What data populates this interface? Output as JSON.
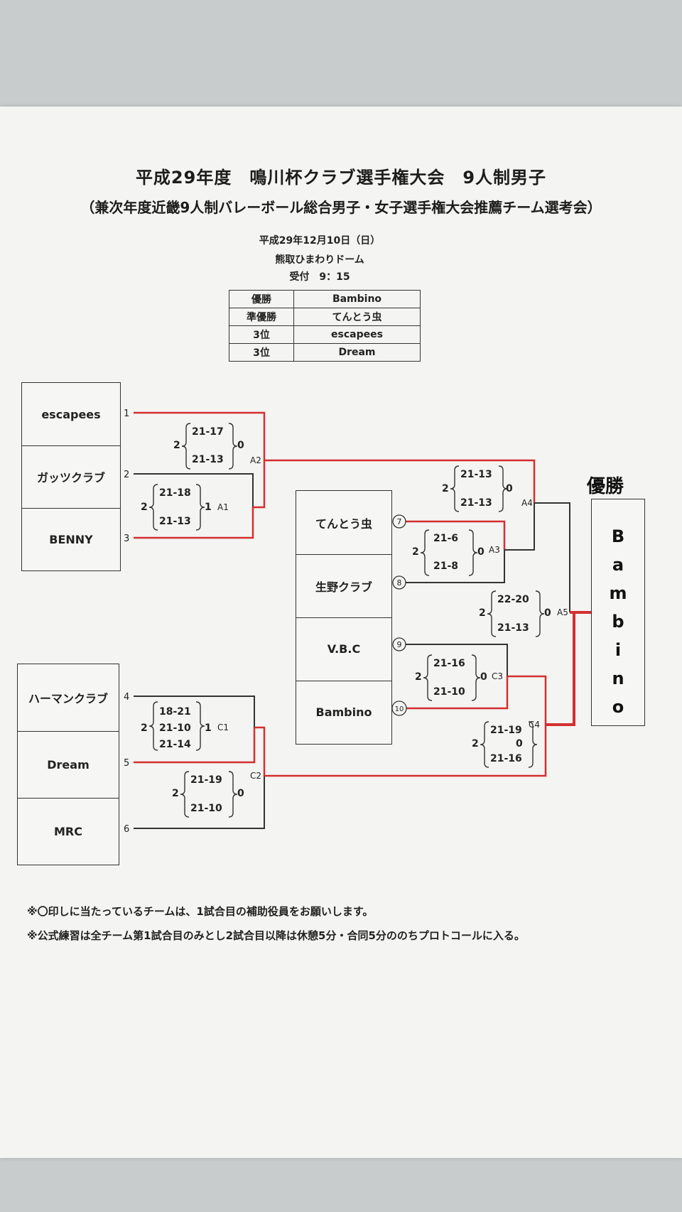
{
  "header": {
    "title": "平成29年度　鳴川杯クラブ選手権大会　9人制男子",
    "subtitle": "（兼次年度近畿9人制バレーボール総合男子・女子選手権大会推薦チーム選考会）",
    "date": "平成29年12月10日（日）",
    "venue": "熊取ひまわりドーム",
    "reception": "受付　9：15"
  },
  "results": [
    {
      "rank": "優勝",
      "team": "Bambino"
    },
    {
      "rank": "準優勝",
      "team": "てんとう虫"
    },
    {
      "rank": "3位",
      "team": "escapees"
    },
    {
      "rank": "3位",
      "team": "Dream"
    }
  ],
  "teams": {
    "t1": "escapees",
    "t2": "ガッツクラブ",
    "t3": "BENNY",
    "t4": "ハーマンクラブ",
    "t5": "Dream",
    "t6": "MRC",
    "t7": "てんとう虫",
    "t8": "生野クラブ",
    "t9": "V.B.C",
    "t10": "Bambino"
  },
  "seeds": {
    "s1": "1",
    "s2": "2",
    "s3": "3",
    "s4": "4",
    "s5": "5",
    "s6": "6",
    "s7": "7",
    "s8": "8",
    "s9": "9",
    "s10": "10"
  },
  "matches": {
    "A1": {
      "code": "A1",
      "win": "2",
      "lose": "1",
      "sets": [
        "21-18",
        "21-13"
      ]
    },
    "A2": {
      "code": "A2",
      "win": "2",
      "lose": "0",
      "sets": [
        "21-17",
        "21-13"
      ]
    },
    "A3": {
      "code": "A3",
      "win": "2",
      "lose": "0",
      "sets": [
        "21-6",
        "21-8"
      ]
    },
    "A4": {
      "code": "A4",
      "win": "2",
      "lose": "0",
      "sets": [
        "21-13",
        "21-13"
      ]
    },
    "A5": {
      "code": "A5",
      "win": "2",
      "lose": "0",
      "sets": [
        "22-20",
        "21-13"
      ]
    },
    "C1": {
      "code": "C1",
      "win": "2",
      "lose": "1",
      "sets": [
        "18-21",
        "21-10",
        "21-14"
      ]
    },
    "C2": {
      "code": "C2",
      "win": "2",
      "lose": "0",
      "sets": [
        "21-19",
        "21-10"
      ]
    },
    "C3": {
      "code": "C3",
      "win": "2",
      "lose": "0",
      "sets": [
        "21-16",
        "21-10"
      ]
    },
    "C4": {
      "code": "C4",
      "win": "2",
      "lose": "0",
      "sets": [
        "21-19",
        "21-16"
      ]
    }
  },
  "champion": {
    "heading": "優勝",
    "letters": [
      "B",
      "a",
      "m",
      "b",
      "i",
      "n",
      "o"
    ]
  },
  "notes": {
    "n1": "※〇印しに当たっているチームは、1試合目の補助役員をお願いします。",
    "n2": "※公式練習は全チーム第1試合目のみとし2試合目以降は休憩5分・合同5分ののちプロトコールに入る。"
  },
  "colors": {
    "win_line": "#d32f2f",
    "line": "#333333",
    "paper": "#f4f4f2"
  }
}
